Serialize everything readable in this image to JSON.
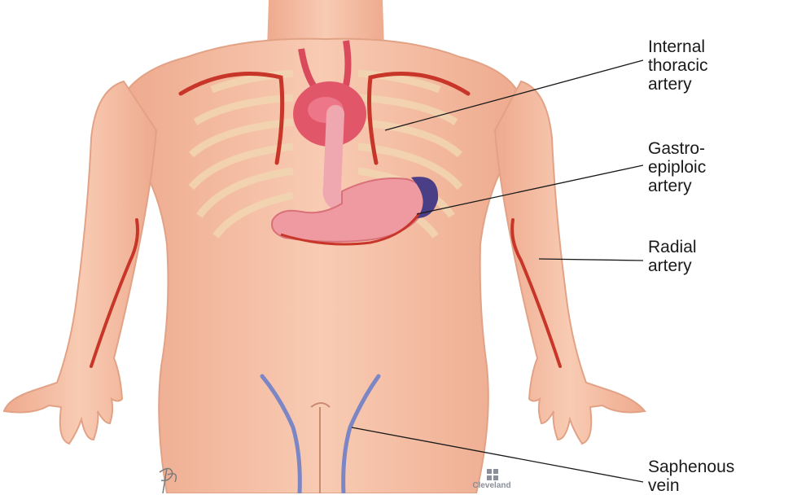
{
  "labels": {
    "internal_thoracic_artery": "Internal\nthoracic\nartery",
    "gastroepiploic_artery": "Gastro-\nepiploic\nartery",
    "radial_artery": "Radial\nartery",
    "saphenous_vein": "Saphenous\nvein"
  },
  "logo": {
    "text": "Cleveland"
  },
  "colors": {
    "skin": "#f6c1a8",
    "skin_shadow": "#e8a488",
    "artery": "#c8362a",
    "vein": "#7c86c4",
    "heart": "#e2566a",
    "stomach": "#ef9aa0",
    "spleen": "#4a3f86",
    "ribs": "#f4d9b6",
    "leader_line": "#1a1a1a"
  }
}
